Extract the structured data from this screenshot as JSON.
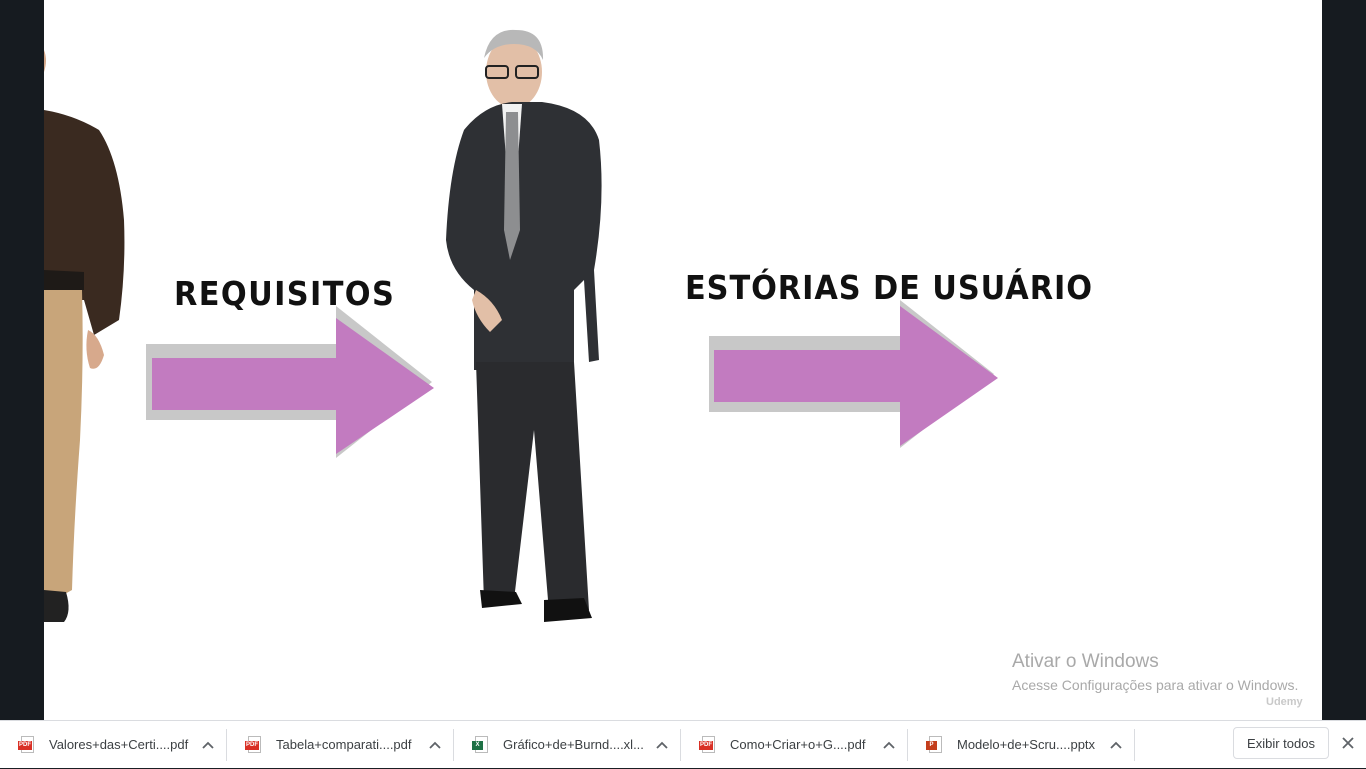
{
  "slide": {
    "label_requirements": "REQUISITOS",
    "label_stories": "ESTÓRIAS DE USUÁRIO",
    "arrow_color": "#c27bc0",
    "arrow_shadow_color": "#c8c8c8"
  },
  "watermark": {
    "title": "Ativar o Windows",
    "subtitle": "Acesse Configurações para ativar o Windows.",
    "logo_text": "Udemy"
  },
  "downloads": {
    "items": [
      {
        "name": "Valores+das+Certi....pdf",
        "type_badge": "PDF",
        "icon": "pdf-file-icon"
      },
      {
        "name": "Tabela+comparati....pdf",
        "type_badge": "PDF",
        "icon": "pdf-file-icon"
      },
      {
        "name": "Gráfico+de+Burnd....xl...",
        "type_badge": "X",
        "icon": "excel-file-icon"
      },
      {
        "name": "Como+Criar+o+G....pdf",
        "type_badge": "PDF",
        "icon": "pdf-file-icon"
      },
      {
        "name": "Modelo+de+Scru....pptx",
        "type_badge": "P",
        "icon": "powerpoint-file-icon"
      }
    ],
    "show_all_label": "Exibir todos"
  }
}
